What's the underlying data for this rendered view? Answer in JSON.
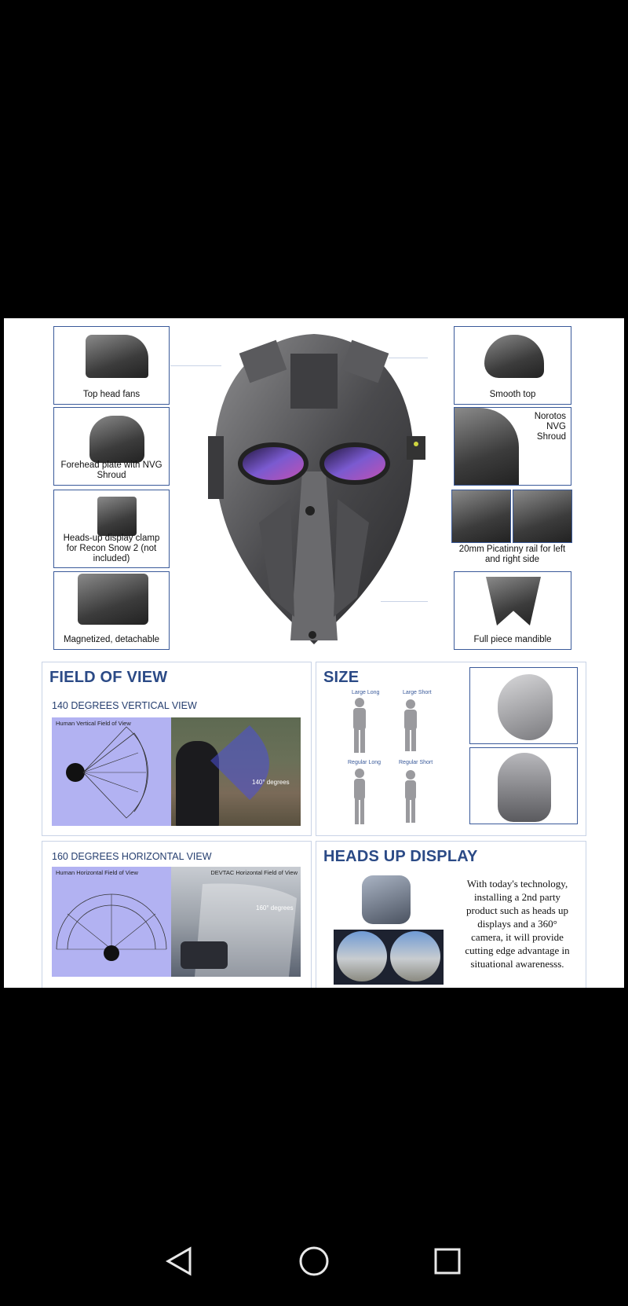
{
  "parts_left": [
    {
      "caption": "Top head fans"
    },
    {
      "caption": "Forehead plate with NVG Shroud"
    },
    {
      "caption": "Heads-up display clamp for Recon Snow 2 (not included)"
    },
    {
      "caption": "Magnetized, detachable"
    }
  ],
  "parts_right": [
    {
      "caption": "Smooth top"
    },
    {
      "caption": "Norotos NVG Shroud"
    },
    {
      "caption": "20mm Picatinny rail for left and right side"
    },
    {
      "caption": "Full piece mandible"
    }
  ],
  "fov": {
    "heading": "FIELD OF VIEW",
    "vertical_subhead": "140 DEGREES VERTICAL VIEW",
    "vertical_chart_title": "Human Vertical Field of View",
    "vertical_photo_label": "140° degrees",
    "horizontal_subhead": "160 DEGREES HORIZONTAL VIEW",
    "horizontal_chart_title": "Human Horizontal Field of View",
    "horizontal_photo_title": "DEVTAC Horizontal Field of View",
    "horizontal_photo_label": "160° degrees"
  },
  "size": {
    "heading": "SIZE",
    "labels": [
      "Large Long",
      "Large Short",
      "Regular Long",
      "Regular Short"
    ]
  },
  "hud": {
    "heading": "HEADS UP DISPLAY",
    "body": "With today's technology, installing a 2nd party product such as heads up displays and a 360° camera, it will provide cutting edge advantage in situational awarenesss."
  },
  "nav": {
    "back_icon": "triangle-back-icon",
    "home_icon": "circle-home-icon",
    "recents_icon": "square-recents-icon"
  },
  "colors": {
    "accent": "#2b4a86",
    "box_border": "#3a5a9a",
    "fov_chart": "#b2b2f2"
  }
}
